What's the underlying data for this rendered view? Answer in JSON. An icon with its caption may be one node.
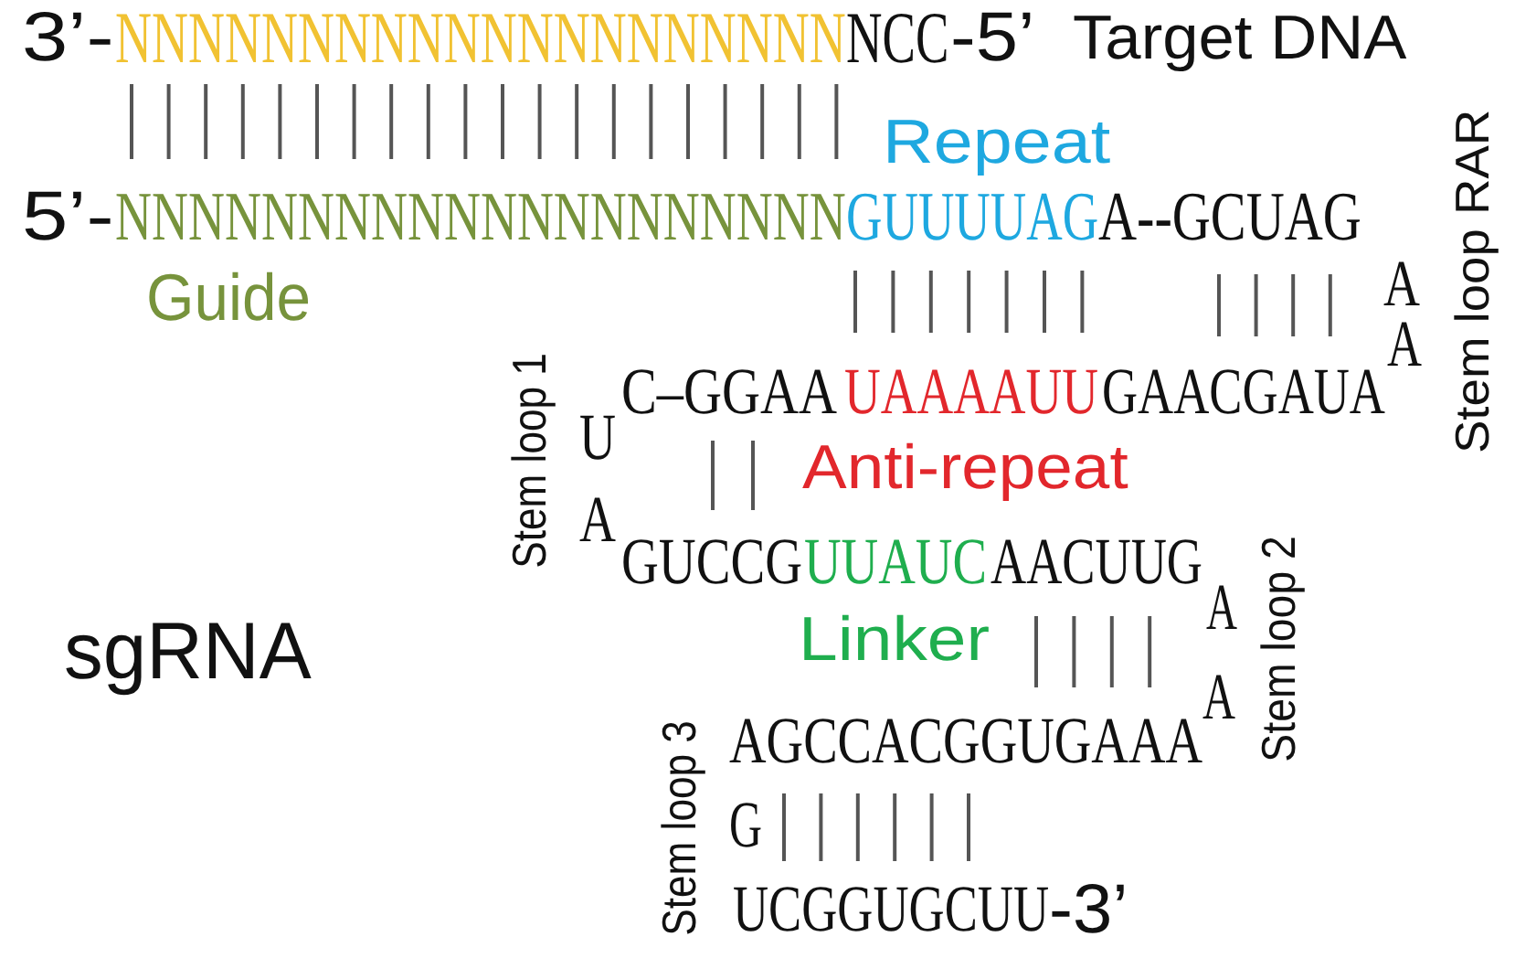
{
  "diagram": {
    "labels": [
      "3’-",
      "NNNNNNNNNNNNNNNNNNNN",
      "NCC",
      "-5’",
      "Target DNA",
      "Repeat",
      "5’-",
      "NNNNNNNNNNNNNNNNNNNN",
      "GUUUUAG",
      "A--GCUAG",
      "A",
      "Stem loop RAR",
      "Guide",
      "A",
      "C–GGAA",
      "UAAAAUU",
      "GAACGAUA",
      "U",
      "Stem loop 1",
      "Anti-repeat",
      "A",
      "GUCCG",
      "UUAUC",
      "AACUUG",
      "A",
      "Stem loop 2",
      "sgRNA",
      "Linker",
      "A",
      "AGCCACGGUGAAA",
      "Stem loop 3",
      "G",
      "UCGGUGCUU",
      "-3’"
    ]
  }
}
